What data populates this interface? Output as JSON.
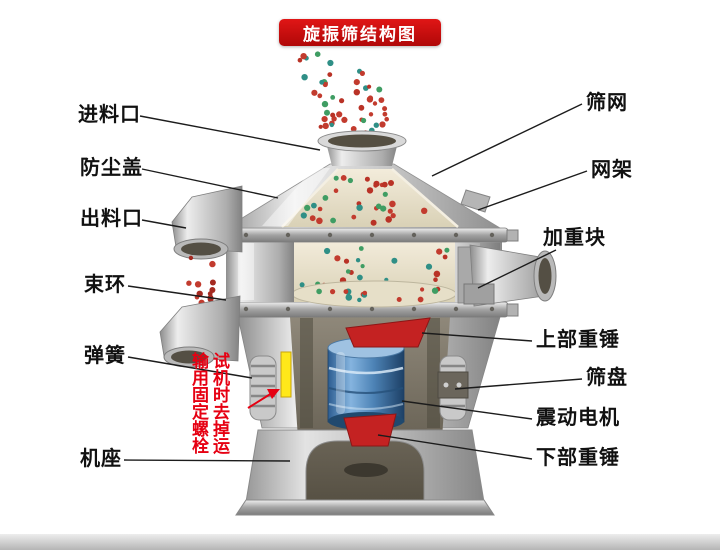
{
  "title": "旋振筛结构图",
  "labels": {
    "left": [
      "进料口",
      "防尘盖",
      "出料口",
      "束环",
      "弹簧",
      "机座"
    ],
    "right": [
      "筛网",
      "网架",
      "加重块",
      "上部重锤",
      "筛盘",
      "震动电机",
      "下部重锤"
    ]
  },
  "warning_note": "试机时去掉运输用固定螺栓",
  "colors": {
    "badge_red": "#c00c0c",
    "warning_red": "#e60012",
    "machine_gray": "#c9c9c9",
    "interior_cream": "#e8e0c6",
    "motor_blue": "#3f6f9f",
    "weight_red": "#c42222",
    "bolt_highlight_yellow": "#ffe81a",
    "particle_red": "#c23b2e",
    "particle_green": "#3f9d63"
  }
}
